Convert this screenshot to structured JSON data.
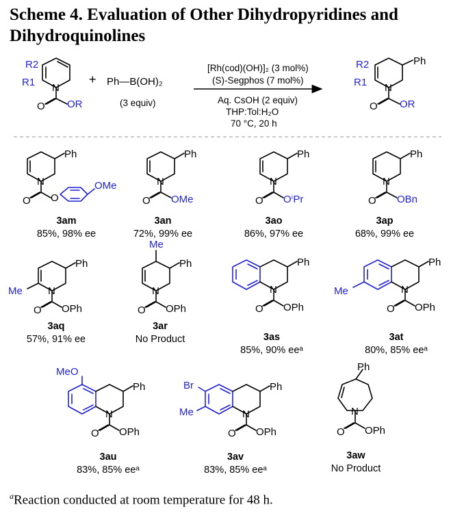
{
  "scheme": {
    "title": "Scheme 4. Evaluation of Other Dihydropyridines and Dihydroquinolines",
    "reagent": {
      "name": "Ph—B(OH)₂",
      "equiv": "(3 equiv)"
    },
    "conditions_above": [
      "[Rh(cod)(OH)]₂ (3 mol%)",
      "(S)-Segphos (7 mol%)"
    ],
    "conditions_below": [
      "Aq. CsOH (2 equiv)",
      "THP:Tol:H₂O",
      "70 °C, 20 h"
    ],
    "plus": "+",
    "footnote": "Reaction conducted at room temperature for 48 h.",
    "footnote_mark": "a"
  },
  "atom_labels": {
    "r1": "R1",
    "r2": "R2",
    "n": "N",
    "o": "O",
    "or": "OR",
    "ph": "Ph",
    "ome": "OMe",
    "oipr": "OⁱPr",
    "obn": "OBn",
    "oph": "OPh",
    "me": "Me",
    "meo": "MeO",
    "br": "Br"
  },
  "compounds": [
    {
      "id": "3am",
      "result": "85%, 98% ee"
    },
    {
      "id": "3an",
      "result": "72%, 99% ee"
    },
    {
      "id": "3ao",
      "result": "86%, 97% ee"
    },
    {
      "id": "3ap",
      "result": "68%, 99% ee"
    },
    {
      "id": "3aq",
      "result": "57%, 91% ee"
    },
    {
      "id": "3ar",
      "result": "No Product"
    },
    {
      "id": "3as",
      "result": "85%, 90% eeᵃ"
    },
    {
      "id": "3at",
      "result": "80%, 85% eeᵃ"
    },
    {
      "id": "3au",
      "result": "83%, 85% eeᵃ"
    },
    {
      "id": "3av",
      "result": "83%, 85% eeᵃ"
    },
    {
      "id": "3aw",
      "result": "No Product"
    }
  ]
}
